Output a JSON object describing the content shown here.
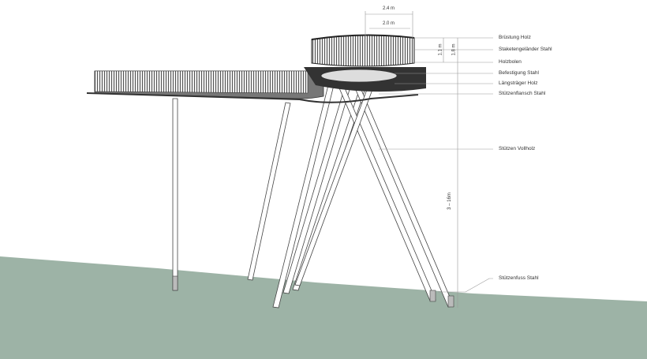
{
  "title": "Aussichtsplattform Schnitt",
  "colors": {
    "ground": "#9db3a6",
    "line": "#444444",
    "railing": "#555555"
  },
  "dimensions": {
    "outer_width": "2.4 m",
    "inner_width": "2.0 m",
    "railing_height": "1.1 m",
    "total_height": "1.8 m",
    "column_height": "3 – 16m"
  },
  "labels": [
    {
      "text": "Brüstung Holz"
    },
    {
      "text": "Staketengeländer Stahl"
    },
    {
      "text": "Holzbolen"
    },
    {
      "text": "Befestigung Stahl"
    },
    {
      "text": "Längsträger Holz"
    },
    {
      "text": "Stützenflansch Stahl"
    },
    {
      "text": "Stützen Vollholz"
    },
    {
      "text": "Stützenfuss Stahl"
    }
  ]
}
